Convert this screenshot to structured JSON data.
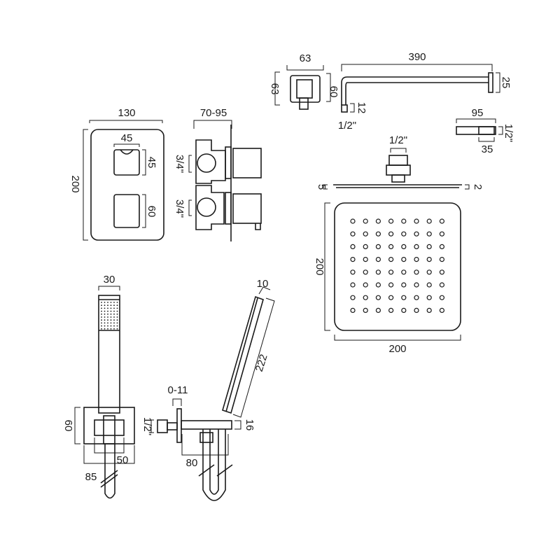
{
  "colors": {
    "line": "#1a1a1a",
    "background": "#ffffff"
  },
  "wall_outlet": {
    "width": "63",
    "height_left": "63",
    "height_right": "60",
    "thread": "1/2\""
  },
  "shower_arm": {
    "length": "390",
    "diameter": "25",
    "drop": "12"
  },
  "arm_small": {
    "length": "95",
    "thread": "1/2\"",
    "depth": "35"
  },
  "shower_head": {
    "thread": "1/2\"",
    "thickness_left": "5",
    "thickness_right": "2",
    "height": "200",
    "width": "200"
  },
  "valve_front": {
    "width": "130",
    "height": "200",
    "handle_width": "45",
    "handle_top_height": "45",
    "handle_bottom_height": "60"
  },
  "valve_side": {
    "depth": "70-95",
    "inlet_top": "3/4\"",
    "inlet_bottom": "3/4\""
  },
  "handset_front": {
    "width": "30",
    "plate_height": "60",
    "inner_width": "50",
    "plate_width": "85"
  },
  "handset_side": {
    "head_width": "10",
    "length": "222",
    "adjust": "0-11",
    "thread": "1/2\"",
    "bracket_height": "16",
    "projection": "80"
  }
}
